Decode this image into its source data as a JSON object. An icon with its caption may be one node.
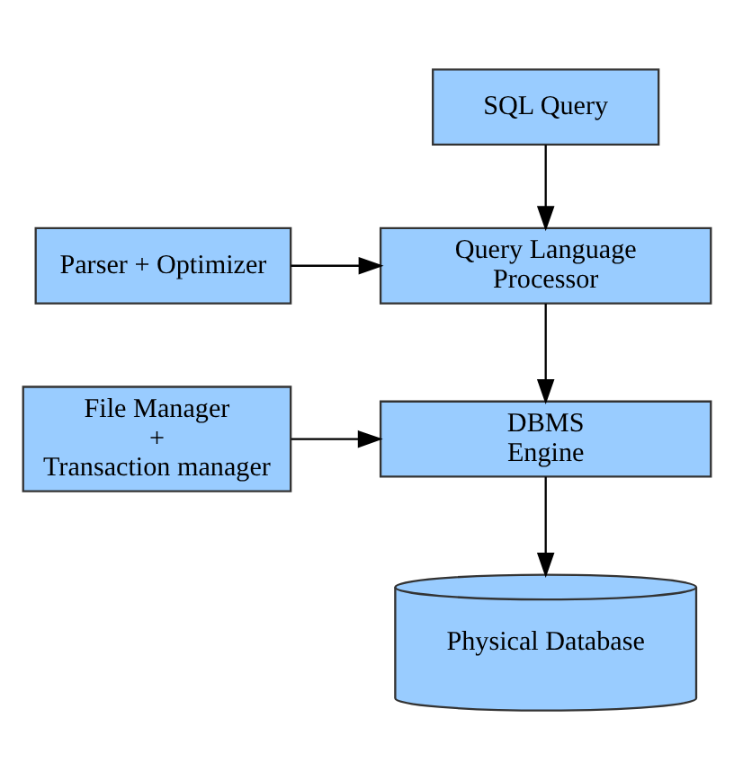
{
  "diagram": {
    "nodes": [
      {
        "text": [
          "SQL Query"
        ]
      },
      {
        "text": [
          "Query Language Processor"
        ]
      },
      {
        "text": [
          "Parser + Optimizer"
        ]
      },
      {
        "text": [
          "DBMS Engine"
        ]
      },
      {
        "text": [
          "File Manager + Transaction manager"
        ]
      },
      {
        "text": [
          "Physical Database"
        ]
      }
    ],
    "edges": [
      {
        "from": 0,
        "to": 1,
        "arrow": "to"
      },
      {
        "from": 2,
        "to": 1,
        "arrow": "to"
      },
      {
        "from": 1,
        "to": 3,
        "arrow": "to"
      },
      {
        "from": 4,
        "to": 3,
        "arrow": "to"
      },
      {
        "from": 3,
        "to": 5,
        "arrow": "to"
      }
    ]
  }
}
